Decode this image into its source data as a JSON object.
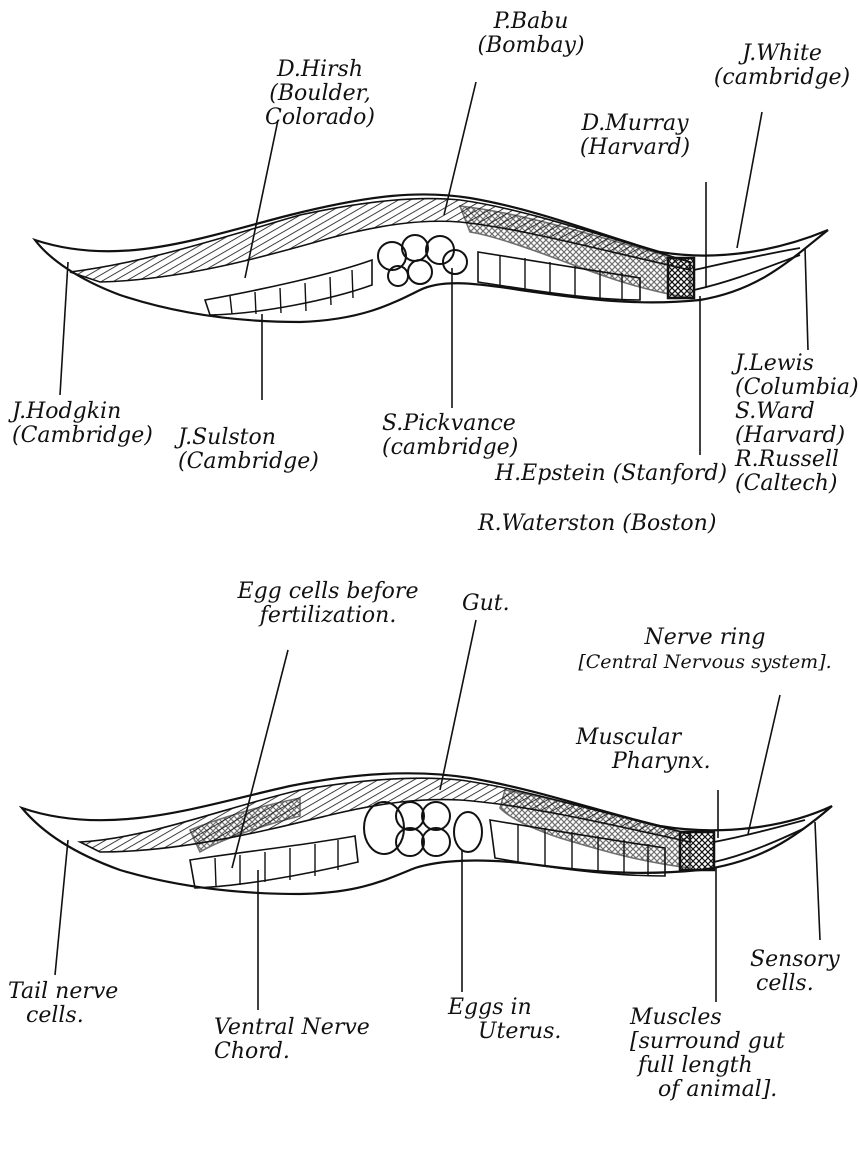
{
  "top_worm": {
    "labels": [
      {
        "key": "babu",
        "name": "P.Babu",
        "place": "(Bombay)"
      },
      {
        "key": "hirsh",
        "name": "D.Hirsh",
        "place": "(Boulder,",
        "place2": "Colorado)"
      },
      {
        "key": "white",
        "name": "J.White",
        "place": "(cambridge)"
      },
      {
        "key": "murray",
        "name": "D.Murray",
        "place": "(Harvard)"
      },
      {
        "key": "hodgkin",
        "name": "J.Hodgkin",
        "place": "(Cambridge)"
      },
      {
        "key": "sulston",
        "name": "J.Sulston",
        "place": "(Cambridge)"
      },
      {
        "key": "pickvance",
        "name": "S.Pickvance",
        "place": "(cambridge)"
      },
      {
        "key": "epstein",
        "name": "H.Epstein (Stanford)"
      },
      {
        "key": "waterston",
        "name": "R.Waterston (Boston)"
      },
      {
        "key": "lewis",
        "name": "J.Lewis",
        "place": "(Columbia)"
      },
      {
        "key": "ward",
        "name": "S.Ward",
        "place": "(Harvard)"
      },
      {
        "key": "russell",
        "name": "R.Russell",
        "place": "(Caltech)"
      }
    ]
  },
  "bottom_worm": {
    "labels": {
      "egg_cells": [
        "Egg cells before",
        "fertilization."
      ],
      "gut": "Gut.",
      "nerve_ring": [
        "Nerve ring",
        "[Central Nervous system]."
      ],
      "pharynx": [
        "Muscular",
        "Pharynx."
      ],
      "tail": [
        "Tail nerve",
        "cells."
      ],
      "ventral": [
        "Ventral Nerve",
        "Chord."
      ],
      "eggs_uterus": [
        "Eggs in",
        "Uterus."
      ],
      "muscles": [
        "Muscles",
        "[surround gut",
        "full length",
        "of animal]."
      ],
      "sensory": [
        "Sensory",
        "cells."
      ]
    }
  }
}
